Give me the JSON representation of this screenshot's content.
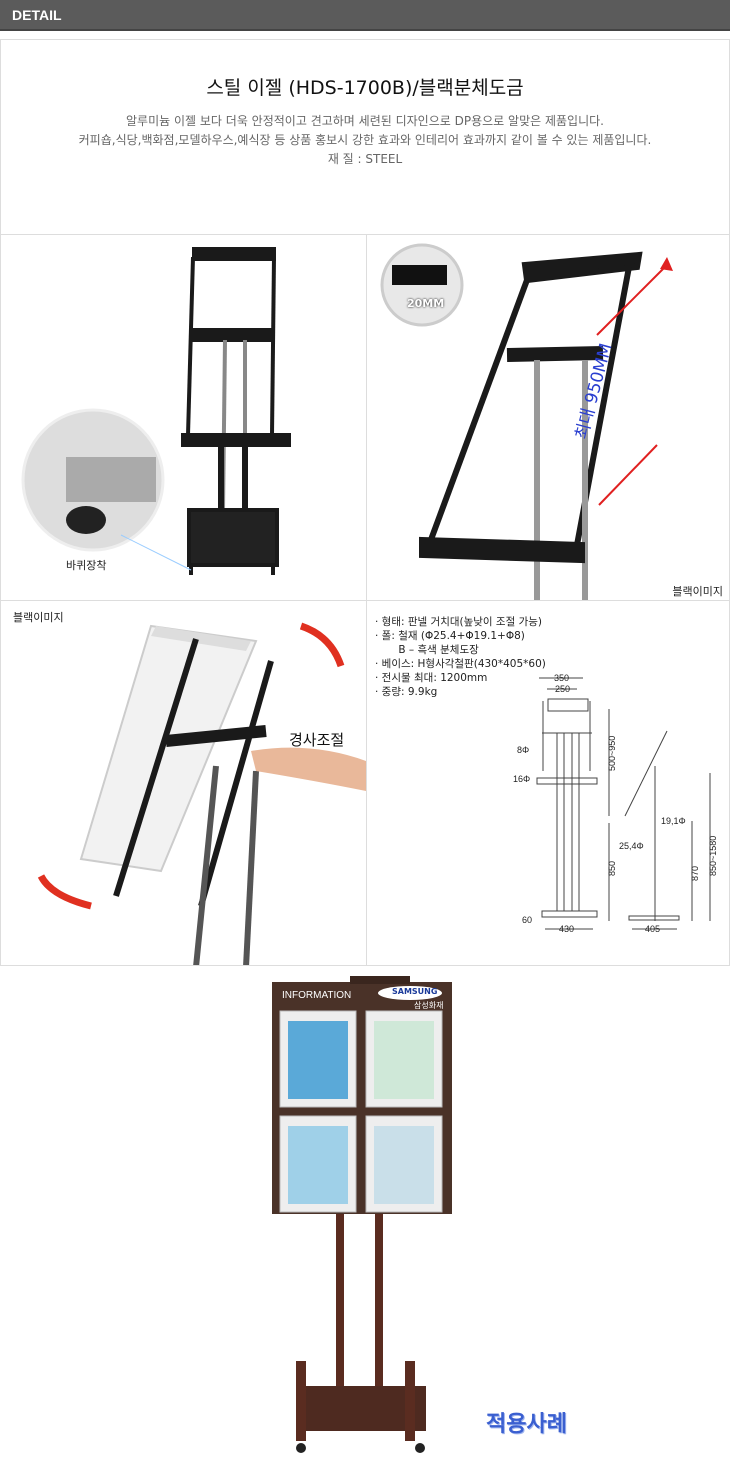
{
  "header": {
    "label": "DETAIL"
  },
  "intro": {
    "title": "스틸 이젤 (HDS-1700B)/블랙분체도금",
    "lines": [
      "알루미늄 이젤 보다 더욱 안정적이고 견고하며 세련된 디자인으로 DP용으로 알맞은 제품입니다.",
      "커피숍,식당,백화점,모델하우스,예식장 등 상품 홍보시 강한 효과와 인테리어 효과까지 같이 볼 수 있는 제품입니다.",
      "재 질 : STEEL"
    ]
  },
  "photos": {
    "wheel_label": "바퀴장착",
    "size_badge": "20MM",
    "max_label": "최대 950MM",
    "black_image_1": "블랙이미지",
    "black_image_2": "블랙이미지",
    "tilt_label": "경사조절"
  },
  "specs": [
    "· 형태: 판넬 거치대(높낮이 조절 가능)",
    "· 폴: 철재 (Φ25.4+Φ19.1+Φ8)",
    "       B – 흑색 분체도장",
    "· 베이스: H형사각철판(430*405*60)",
    "· 전시물 최대: 1200mm",
    "· 중량: 9.9kg"
  ],
  "dimensions": {
    "top_outer": "350",
    "top_inner": "250",
    "d8": "8Φ",
    "d16": "16Φ",
    "adj": "500~950",
    "lower": "850",
    "base_h": "60",
    "base_w": "430",
    "d19": "19,1Φ",
    "d25": "25,4Φ",
    "h870": "870",
    "total": "850~1580",
    "side_base": "405"
  },
  "example": {
    "board_title": "INFORMATION",
    "brand": "SAMSUNG",
    "brand_sub": "삼성화재",
    "caption": "적용사례"
  },
  "colors": {
    "header": "#5b5b5b",
    "easel_black": "#1a1a1a",
    "board_brown": "#4a3228",
    "accent_red": "#e02020",
    "label_blue": "#2a3fd0"
  }
}
